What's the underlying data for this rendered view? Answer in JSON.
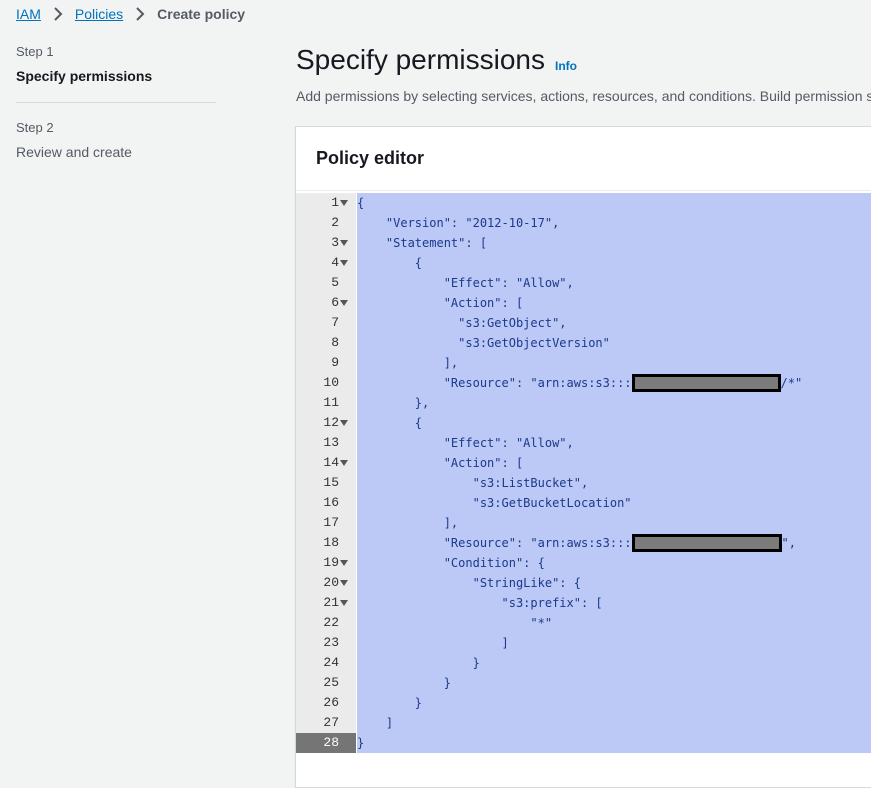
{
  "breadcrumb": {
    "items": [
      {
        "label": "IAM",
        "link": true
      },
      {
        "label": "Policies",
        "link": true
      },
      {
        "label": "Create policy",
        "link": false
      }
    ]
  },
  "steps": [
    {
      "number": "Step 1",
      "title": "Specify permissions",
      "active": true
    },
    {
      "number": "Step 2",
      "title": "Review and create",
      "active": false
    }
  ],
  "header": {
    "title": "Specify permissions",
    "info_label": "Info",
    "description": "Add permissions by selecting services, actions, resources, and conditions. Build permission s"
  },
  "editor": {
    "title": "Policy editor",
    "active_line": 28,
    "lines": [
      {
        "n": 1,
        "fold": true,
        "indent": 0,
        "text": "{"
      },
      {
        "n": 2,
        "fold": false,
        "indent": 1,
        "text": "\"Version\": \"2012-10-17\","
      },
      {
        "n": 3,
        "fold": true,
        "indent": 1,
        "text": "\"Statement\": ["
      },
      {
        "n": 4,
        "fold": true,
        "indent": 2,
        "text": "{"
      },
      {
        "n": 5,
        "fold": false,
        "indent": 3,
        "text": "\"Effect\": \"Allow\","
      },
      {
        "n": 6,
        "fold": true,
        "indent": 3,
        "text": "\"Action\": ["
      },
      {
        "n": 7,
        "fold": false,
        "indent": 3,
        "extra": 2,
        "text": "\"s3:GetObject\","
      },
      {
        "n": 8,
        "fold": false,
        "indent": 3,
        "extra": 2,
        "text": "\"s3:GetObjectVersion\""
      },
      {
        "n": 9,
        "fold": false,
        "indent": 3,
        "text": "],"
      },
      {
        "n": 10,
        "fold": false,
        "indent": 3,
        "text": "\"Resource\": \"arn:aws:s3:::",
        "redacted": true,
        "after": "/*\""
      },
      {
        "n": 11,
        "fold": false,
        "indent": 2,
        "text": "},"
      },
      {
        "n": 12,
        "fold": true,
        "indent": 2,
        "text": "{"
      },
      {
        "n": 13,
        "fold": false,
        "indent": 3,
        "text": "\"Effect\": \"Allow\","
      },
      {
        "n": 14,
        "fold": true,
        "indent": 3,
        "text": "\"Action\": ["
      },
      {
        "n": 15,
        "fold": false,
        "indent": 4,
        "text": "\"s3:ListBucket\","
      },
      {
        "n": 16,
        "fold": false,
        "indent": 4,
        "text": "\"s3:GetBucketLocation\""
      },
      {
        "n": 17,
        "fold": false,
        "indent": 3,
        "text": "],"
      },
      {
        "n": 18,
        "fold": false,
        "indent": 3,
        "text": "\"Resource\": \"arn:aws:s3:::",
        "redacted": true,
        "after": "\","
      },
      {
        "n": 19,
        "fold": true,
        "indent": 3,
        "text": "\"Condition\": {"
      },
      {
        "n": 20,
        "fold": true,
        "indent": 4,
        "text": "\"StringLike\": {"
      },
      {
        "n": 21,
        "fold": true,
        "indent": 5,
        "text": "\"s3:prefix\": ["
      },
      {
        "n": 22,
        "fold": false,
        "indent": 6,
        "text": "\"*\""
      },
      {
        "n": 23,
        "fold": false,
        "indent": 5,
        "text": "]"
      },
      {
        "n": 24,
        "fold": false,
        "indent": 4,
        "text": "}"
      },
      {
        "n": 25,
        "fold": false,
        "indent": 3,
        "text": "}"
      },
      {
        "n": 26,
        "fold": false,
        "indent": 2,
        "text": "}"
      },
      {
        "n": 27,
        "fold": false,
        "indent": 1,
        "text": "]"
      },
      {
        "n": 28,
        "fold": false,
        "indent": 0,
        "text": "}"
      }
    ]
  }
}
